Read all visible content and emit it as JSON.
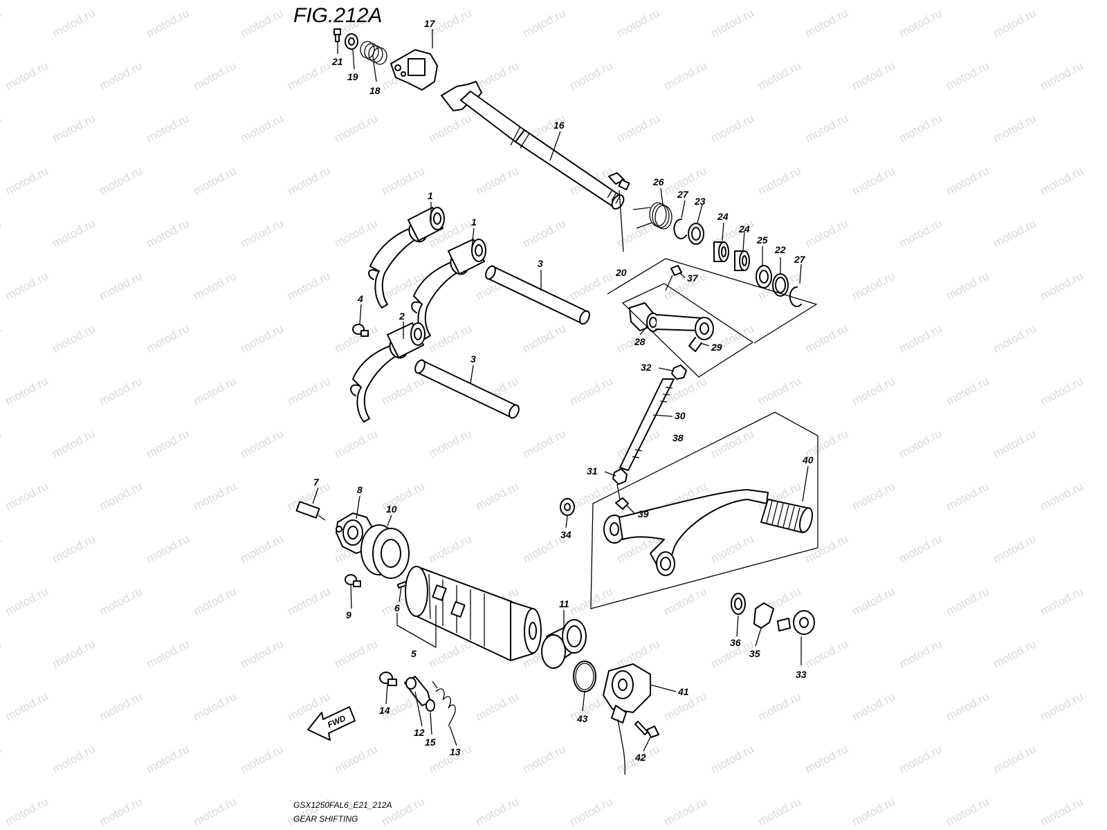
{
  "figure": {
    "title": "FIG.212A",
    "watermark": "motod.ru",
    "code": "GSX1250FAL6_E21_212A",
    "caption": "GEAR SHIFTING",
    "direction_badge": "FWD"
  },
  "callouts": [
    {
      "id": "c1a",
      "label": "1"
    },
    {
      "id": "c1b",
      "label": "1"
    },
    {
      "id": "c2",
      "label": "2"
    },
    {
      "id": "c3a",
      "label": "3"
    },
    {
      "id": "c3b",
      "label": "3"
    },
    {
      "id": "c4",
      "label": "4"
    },
    {
      "id": "c5",
      "label": "5"
    },
    {
      "id": "c6",
      "label": "6"
    },
    {
      "id": "c7",
      "label": "7"
    },
    {
      "id": "c8",
      "label": "8"
    },
    {
      "id": "c9",
      "label": "9"
    },
    {
      "id": "c10",
      "label": "10"
    },
    {
      "id": "c11",
      "label": "11"
    },
    {
      "id": "c12",
      "label": "12"
    },
    {
      "id": "c13",
      "label": "13"
    },
    {
      "id": "c14",
      "label": "14"
    },
    {
      "id": "c15",
      "label": "15"
    },
    {
      "id": "c16",
      "label": "16"
    },
    {
      "id": "c17",
      "label": "17"
    },
    {
      "id": "c18",
      "label": "18"
    },
    {
      "id": "c19",
      "label": "19"
    },
    {
      "id": "c20",
      "label": "20"
    },
    {
      "id": "c21",
      "label": "21"
    },
    {
      "id": "c22",
      "label": "22"
    },
    {
      "id": "c23",
      "label": "23"
    },
    {
      "id": "c24a",
      "label": "24"
    },
    {
      "id": "c24b",
      "label": "24"
    },
    {
      "id": "c25",
      "label": "25"
    },
    {
      "id": "c26",
      "label": "26"
    },
    {
      "id": "c27a",
      "label": "27"
    },
    {
      "id": "c27b",
      "label": "27"
    },
    {
      "id": "c28",
      "label": "28"
    },
    {
      "id": "c29",
      "label": "29"
    },
    {
      "id": "c30",
      "label": "30"
    },
    {
      "id": "c31",
      "label": "31"
    },
    {
      "id": "c32",
      "label": "32"
    },
    {
      "id": "c33",
      "label": "33"
    },
    {
      "id": "c34",
      "label": "34"
    },
    {
      "id": "c35",
      "label": "35"
    },
    {
      "id": "c36",
      "label": "36"
    },
    {
      "id": "c37",
      "label": "37"
    },
    {
      "id": "c38",
      "label": "38"
    },
    {
      "id": "c39",
      "label": "39"
    },
    {
      "id": "c40",
      "label": "40"
    },
    {
      "id": "c41",
      "label": "41"
    },
    {
      "id": "c42",
      "label": "42"
    },
    {
      "id": "c43",
      "label": "43"
    }
  ]
}
